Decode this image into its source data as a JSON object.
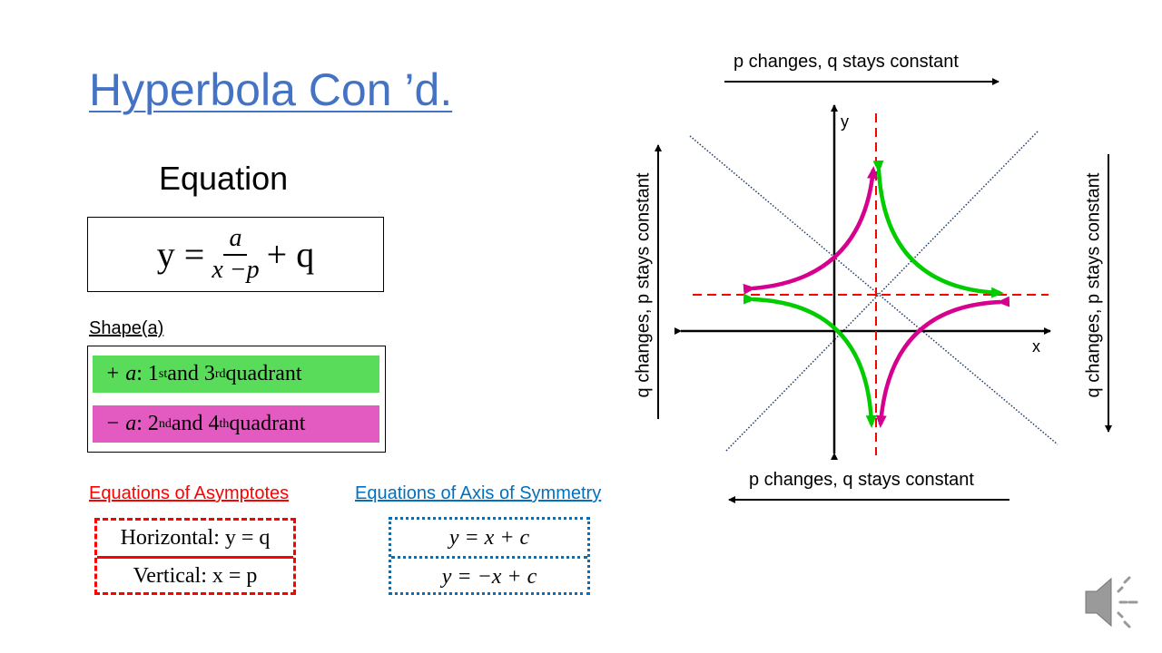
{
  "title": "Hyperbola Con ’d.",
  "equation": {
    "heading": "Equation",
    "lhs": "y =",
    "numerator": "a",
    "denominator": "x −p",
    "rhs": "+ q"
  },
  "shape": {
    "heading": "Shape(a)",
    "positive": {
      "sign": "+ a",
      "text_a": " : 1",
      "sup1": "st",
      "text_b": " and 3",
      "sup2": "rd",
      "text_c": " quadrant",
      "color": "#59DC59"
    },
    "negative": {
      "sign": "− a",
      "text_a": " : 2",
      "sup1": "nd",
      "text_b": " and 4",
      "sup2": "th",
      "text_c": " quadrant",
      "color": "#E35AC0"
    }
  },
  "asymptotes": {
    "heading": "Equations of Asymptotes",
    "horizontal": "Horizontal: y = q",
    "vertical": "Vertical: x = p"
  },
  "symmetry": {
    "heading": "Equations of Axis of Symmetry",
    "eq1": "y = x + c",
    "eq2": "y = −x + c"
  },
  "graph": {
    "top_caption": "p changes, q stays constant",
    "bottom_caption": "p changes, q stays constant",
    "left_caption": "q changes, p stays constant",
    "right_caption": "q changes, p stays constant",
    "x_label": "x",
    "y_label": "y",
    "colors": {
      "positive": "#00CC00",
      "negative": "#D6008F",
      "asymptote": "#FF0000",
      "symmetry": "#1F3864"
    }
  },
  "audio_icon": "speaker-icon"
}
